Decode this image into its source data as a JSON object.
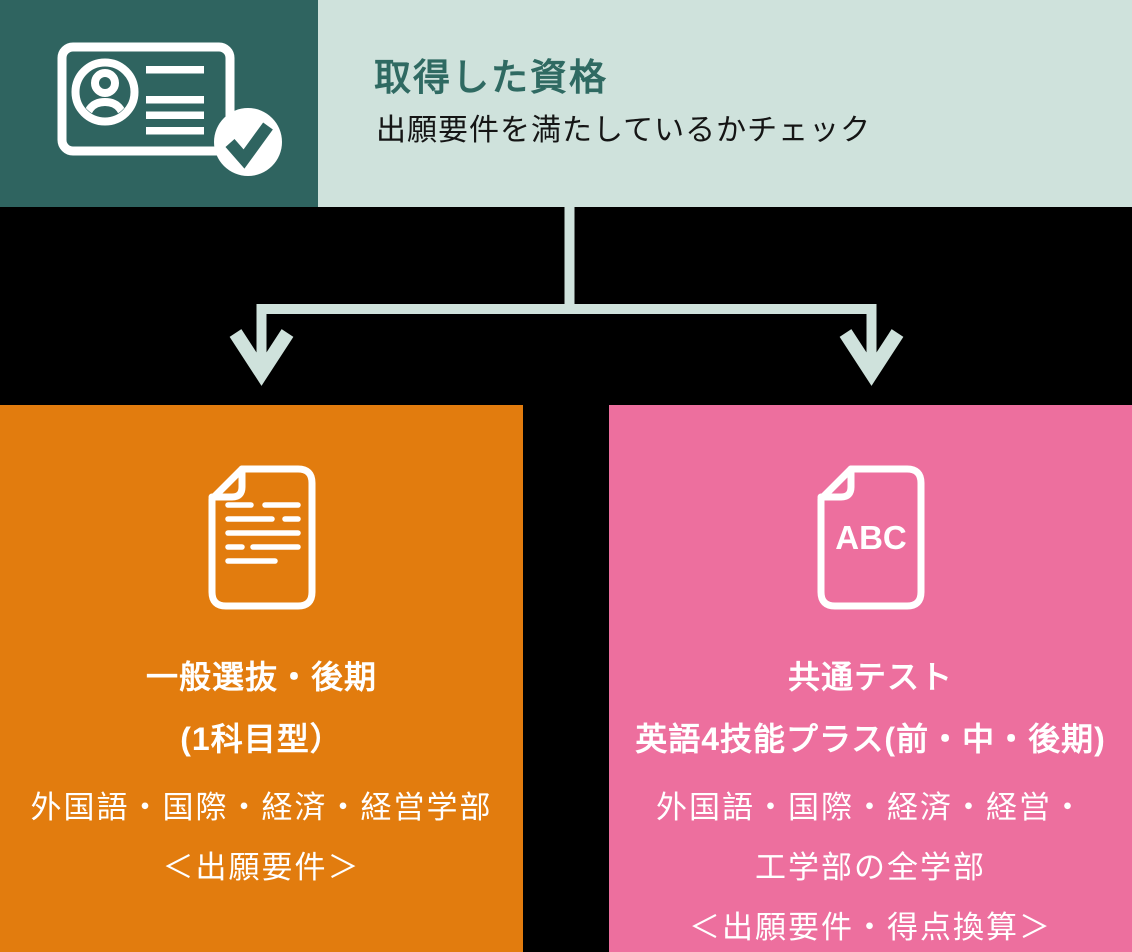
{
  "header": {
    "title": "取得した資格",
    "subtitle": "出願要件を満たしているかチェック",
    "icon": "id-card-check-icon"
  },
  "connector": {
    "shape": "one trunk splitting into two down-arrows",
    "arrow_count": 2
  },
  "branches": [
    {
      "id": "general-late",
      "icon": "document-lines-icon",
      "title_lines": [
        "一般選抜・後期",
        "(1科目型）"
      ],
      "body_lines": [
        "外国語・国際・経済・経営学部",
        "＜出願要件＞"
      ]
    },
    {
      "id": "kyotsu-test",
      "icon": "document-abc-icon",
      "icon_label": "ABC",
      "title_lines": [
        "共通テスト",
        "英語4技能プラス(前・中・後期)"
      ],
      "body_lines": [
        "外国語・国際・経済・経営・",
        "工学部の全学部",
        "＜出願要件・得点換算＞"
      ]
    }
  ],
  "colors": {
    "teal": "#2f6460",
    "teal_text": "#2f6a62",
    "mint": "#cfe2dc",
    "orange": "#e27c0e",
    "pink": "#ed6f9e",
    "ink": "#151515",
    "white": "#ffffff",
    "bg": "#000000"
  }
}
